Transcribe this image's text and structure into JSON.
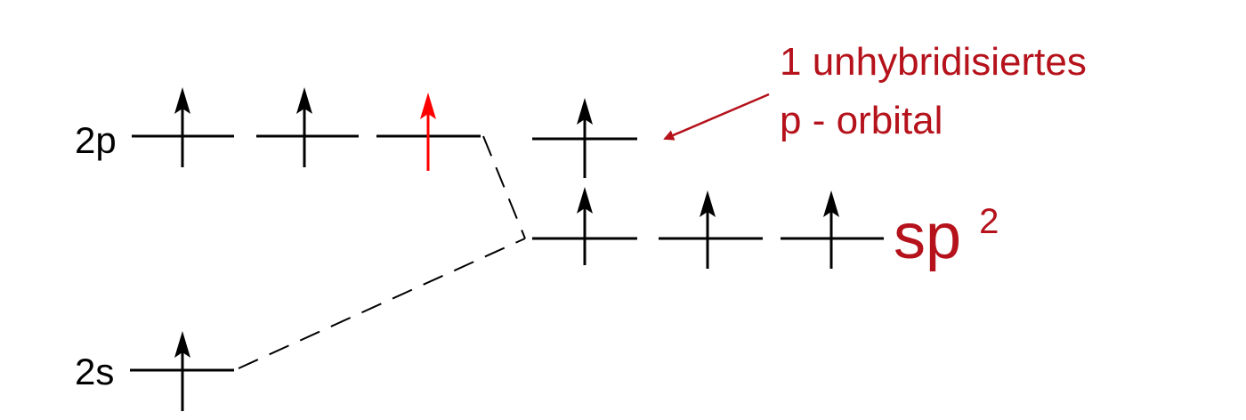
{
  "labels": {
    "level_2p": "2p",
    "level_2s": "2s",
    "hybrid_base": "sp",
    "hybrid_exponent": "2",
    "annotation_line1": "1 unhybridisiertes",
    "annotation_line2": "p - orbital"
  },
  "colors": {
    "text": "#000000",
    "accent": "#b5121b",
    "highlight_electron": "#ff0000",
    "electron": "#000000"
  },
  "orbitals": [
    {
      "group": "2p",
      "electron": "up",
      "color": "#000000"
    },
    {
      "group": "2p",
      "electron": "up",
      "color": "#000000"
    },
    {
      "group": "2p",
      "electron": "up",
      "color": "#ff0000"
    },
    {
      "group": "unhybridized-p",
      "electron": "up",
      "color": "#000000"
    },
    {
      "group": "sp2",
      "electron": "up",
      "color": "#000000"
    },
    {
      "group": "sp2",
      "electron": "up",
      "color": "#000000"
    },
    {
      "group": "sp2",
      "electron": "up",
      "color": "#000000"
    },
    {
      "group": "2s",
      "electron": "up",
      "color": "#000000"
    }
  ]
}
